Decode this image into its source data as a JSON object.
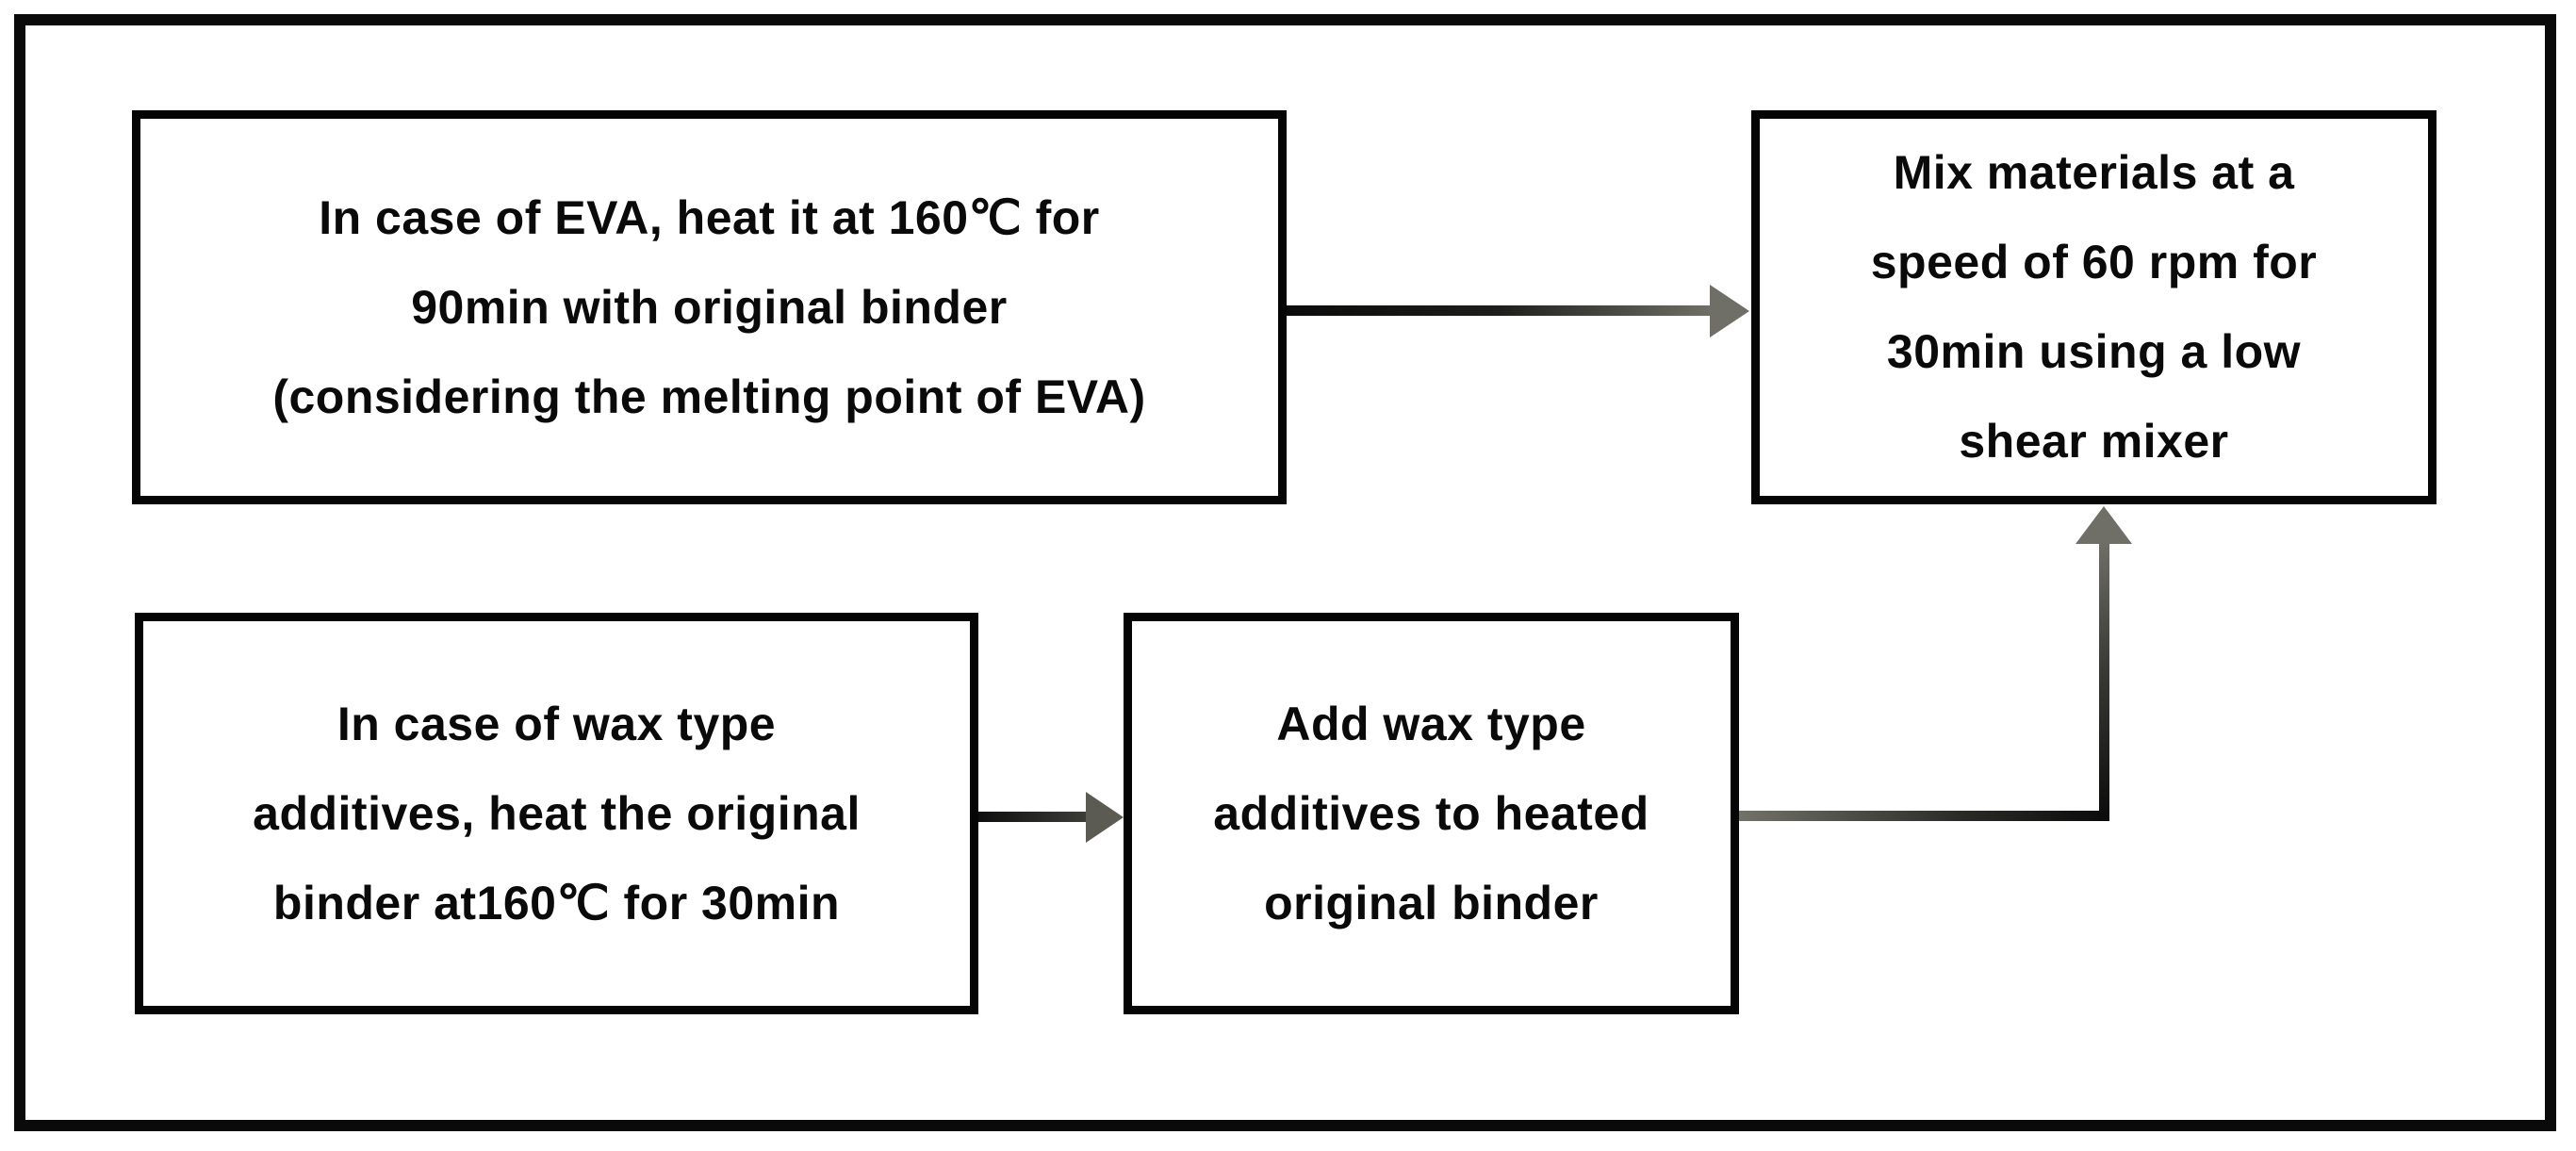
{
  "diagram": {
    "type": "flowchart",
    "boxes": {
      "eva_heating": "In case of EVA, heat it at 160℃ for\n90min with original binder\n(considering the melting point of EVA)",
      "mixing": "Mix materials at a\nspeed of 60 rpm for\n30min using a low\nshear mixer",
      "wax_heating": "In case of wax type\nadditives, heat the original\nbinder at160℃ for 30min",
      "wax_adding": "Add wax type\nadditives to heated\noriginal binder"
    },
    "flow": [
      {
        "from": "eva_heating",
        "to": "mixing"
      },
      {
        "from": "wax_heating",
        "to": "wax_adding"
      },
      {
        "from": "wax_adding",
        "to": "mixing"
      }
    ],
    "colors": {
      "background": "#ffffff",
      "box_border": "#050505",
      "outer_border": "#0a0a0a",
      "text": "#0a0a0a",
      "arrow_dark": "#0b0b0b",
      "arrow_gray": "#6f6f67"
    }
  }
}
